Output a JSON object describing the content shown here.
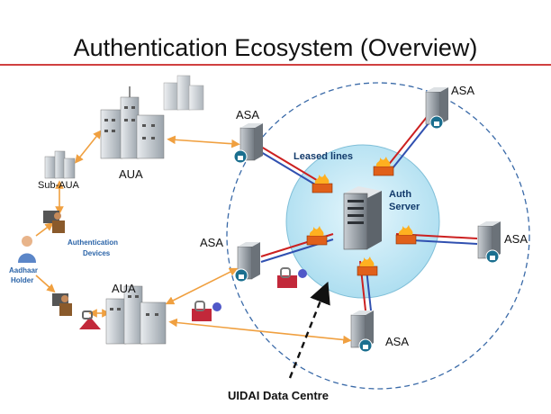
{
  "title": "Authentication Ecosystem (Overview)",
  "labels": {
    "aua_top": "AUA",
    "aua_bottom": "AUA",
    "sub_aua": "Sub-AUA",
    "auth_devices_line1": "Authentication",
    "auth_devices_line2": "Devices",
    "aadhaar_line1": "Aadhaar",
    "aadhaar_line2": "Holder",
    "asa_1": "ASA",
    "asa_2": "ASA",
    "asa_3": "ASA",
    "asa_4": "ASA",
    "asa_5": "ASA",
    "leased_lines": "Leased  lines",
    "auth_server_line1": "Auth",
    "auth_server_line2": "Server",
    "uidai": "UIDAI Data Centre"
  },
  "colors": {
    "title_rule": "#c00000",
    "circle_fill": "#bfe7f5",
    "dashed_circle": "#3a6aa8",
    "orange_link": "#f0a040",
    "red_line": "#cc2020",
    "blue_line": "#3050b0",
    "firewall": "#f07820",
    "label_blue": "#2b64a8"
  }
}
